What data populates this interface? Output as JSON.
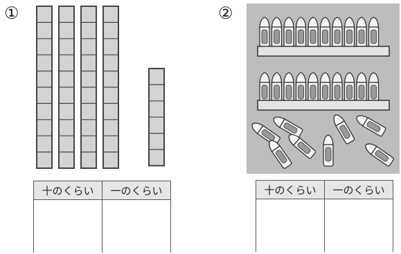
{
  "problems": [
    {
      "number": "①",
      "blocks": {
        "rods_of_ten": 4,
        "loose_units": 6
      },
      "table": {
        "headers": [
          "十のくらい",
          "一のくらい"
        ],
        "answers": [
          "",
          ""
        ]
      }
    },
    {
      "number": "②",
      "crayons": {
        "boxes_of_ten": 2,
        "loose": 8
      },
      "table": {
        "headers": [
          "十のくらい",
          "一のくらい"
        ],
        "answers": [
          "",
          ""
        ]
      }
    }
  ],
  "colors": {
    "block_fill": "#d3d3d3",
    "block_stroke": "#444444",
    "image_bg": "#bdbdbd",
    "header_bg": "#e6e6e6"
  }
}
